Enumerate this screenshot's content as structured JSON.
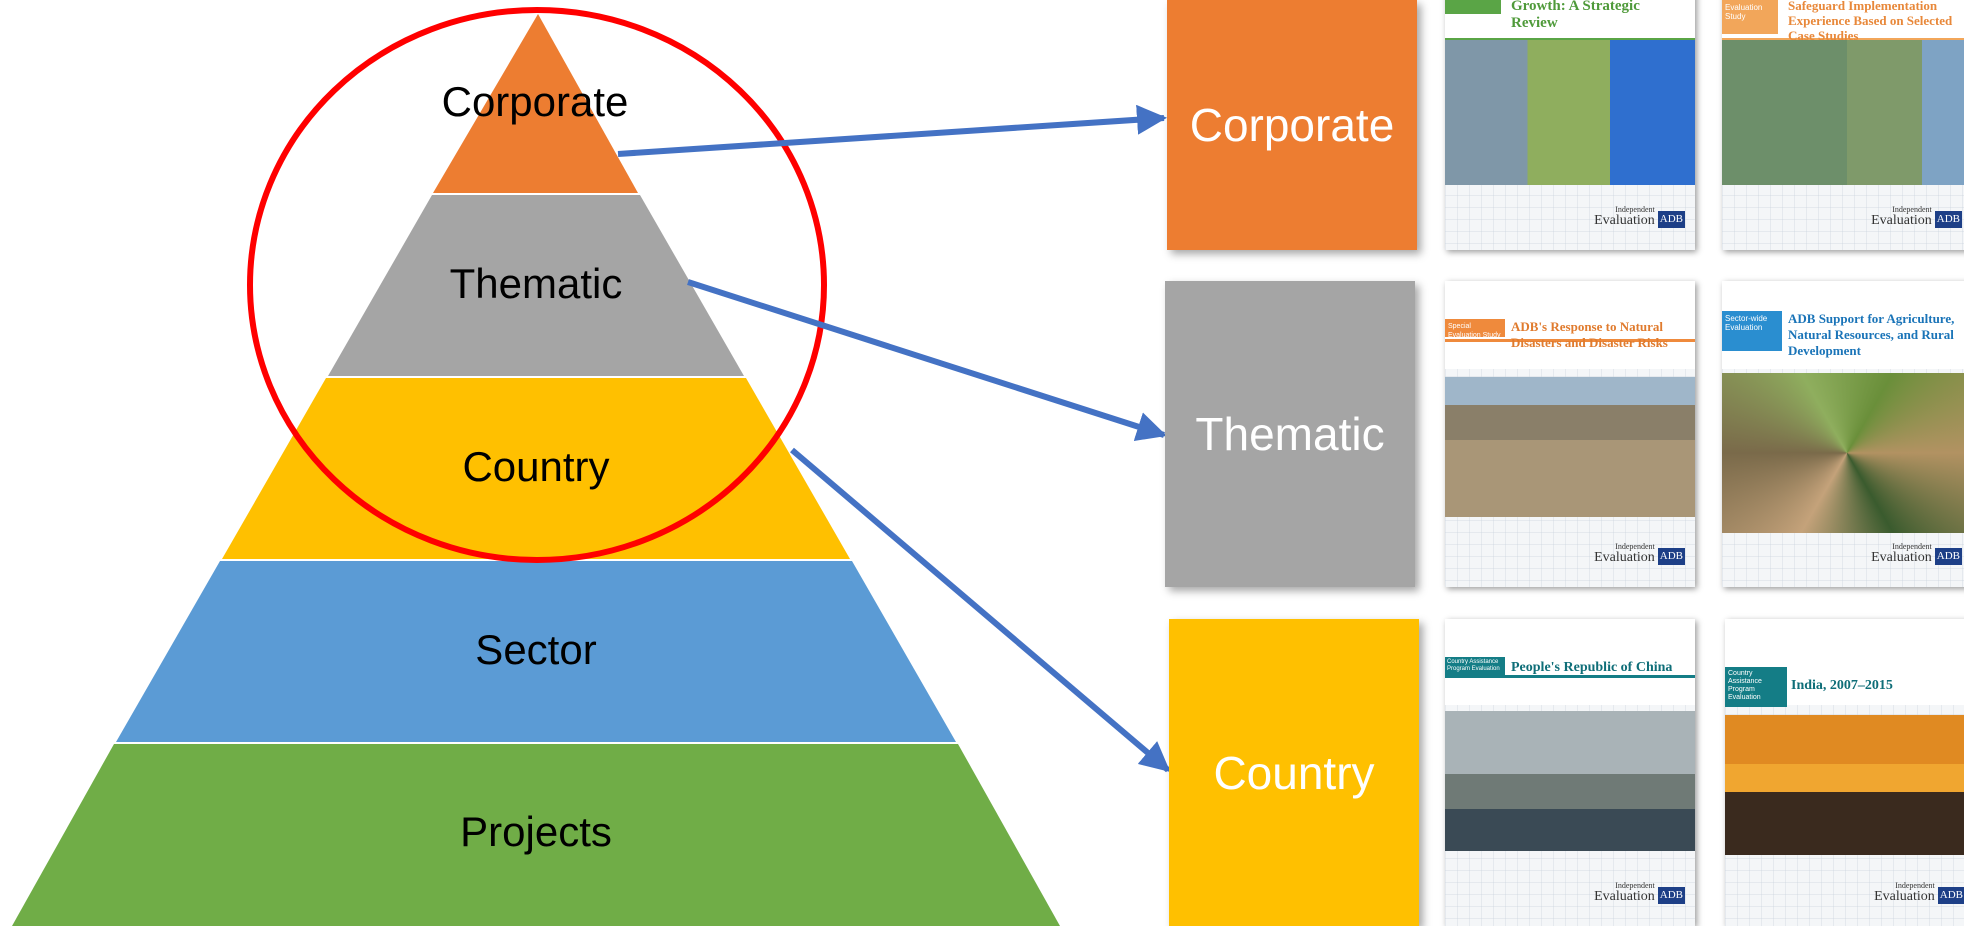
{
  "pyramid": {
    "levels": [
      {
        "label": "Corporate",
        "color": "#ED7D31"
      },
      {
        "label": "Thematic",
        "color": "#A5A5A5"
      },
      {
        "label": "Country",
        "color": "#FFC000"
      },
      {
        "label": "Sector",
        "color": "#5B9BD5"
      },
      {
        "label": "Projects",
        "color": "#70AD47"
      }
    ],
    "highlight_color": "#FF0000",
    "arrow_color": "#4472C4"
  },
  "boxes": [
    {
      "label": "Corporate",
      "color": "#ED7D31"
    },
    {
      "label": "Thematic",
      "color": "#A5A5A5"
    },
    {
      "label": "Country",
      "color": "#FFC000"
    }
  ],
  "covers": [
    {
      "tag": "",
      "title": "Growth: A Strategic Review",
      "title_color": "#4f9a3a",
      "tag_color": "#5aa546",
      "strip_color": "#5aa546",
      "logo_small": "Independent",
      "logo_main": "Evaluation",
      "logo_badge": "ADB"
    },
    {
      "tag": "Evaluation Study",
      "title": "Safeguard Implementation Experience Based on Selected Case Studies",
      "title_color": "#e8883a",
      "tag_color": "#f2a65a",
      "strip_color": "#f2a65a",
      "logo_small": "Independent",
      "logo_main": "Evaluation",
      "logo_badge": "ADB"
    },
    {
      "tag": "Special Evaluation Study",
      "title": "ADB's Response to Natural Disasters and Disaster Risks",
      "title_color": "#e07b2e",
      "tag_color": "#ef8a3c",
      "strip_color": "#ef8a3c",
      "logo_small": "Independent",
      "logo_main": "Evaluation",
      "logo_badge": "ADB"
    },
    {
      "tag": "Sector-wide Evaluation",
      "title": "ADB Support for Agriculture, Natural Resources, and Rural Development",
      "title_color": "#1a74b8",
      "tag_color": "#2a8ed0",
      "strip_color": "#2a8ed0",
      "logo_small": "Independent",
      "logo_main": "Evaluation",
      "logo_badge": "ADB"
    },
    {
      "tag": "Country Assistance Program Evaluation",
      "title": "People's Republic of China",
      "title_color": "#0f6e78",
      "tag_color": "#147d86",
      "strip_color": "#147d86",
      "logo_small": "Independent",
      "logo_main": "Evaluation",
      "logo_badge": "ADB"
    },
    {
      "tag": "Country Assistance Program Evaluation",
      "title": "India, 2007–2015",
      "title_color": "#0f6e78",
      "tag_color": "#147d86",
      "strip_color": "#147d86",
      "logo_small": "Independent",
      "logo_main": "Evaluation",
      "logo_badge": "ADB"
    }
  ]
}
